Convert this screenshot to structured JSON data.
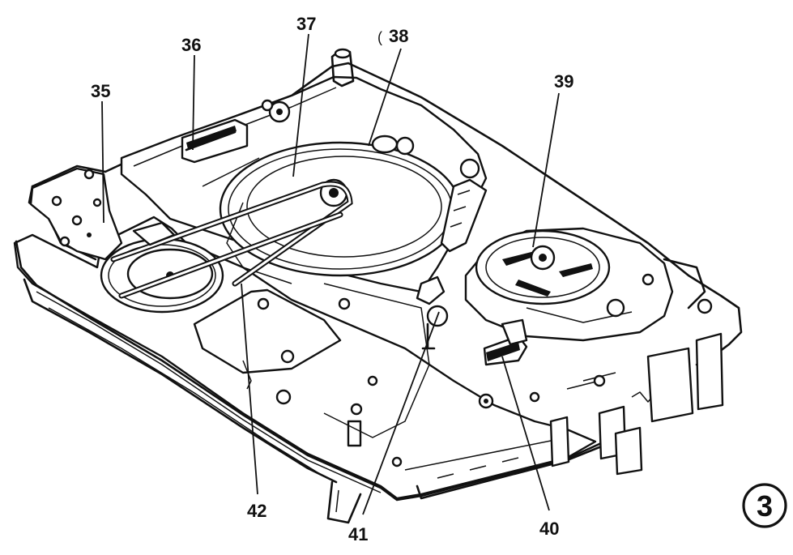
{
  "figure": {
    "number": "3",
    "labels": {
      "l35": "35",
      "l36": "36",
      "l37": "37",
      "l38": "38",
      "l38_prefix": "(",
      "l39": "39",
      "l40": "40",
      "l41": "41",
      "l42": "42"
    }
  }
}
